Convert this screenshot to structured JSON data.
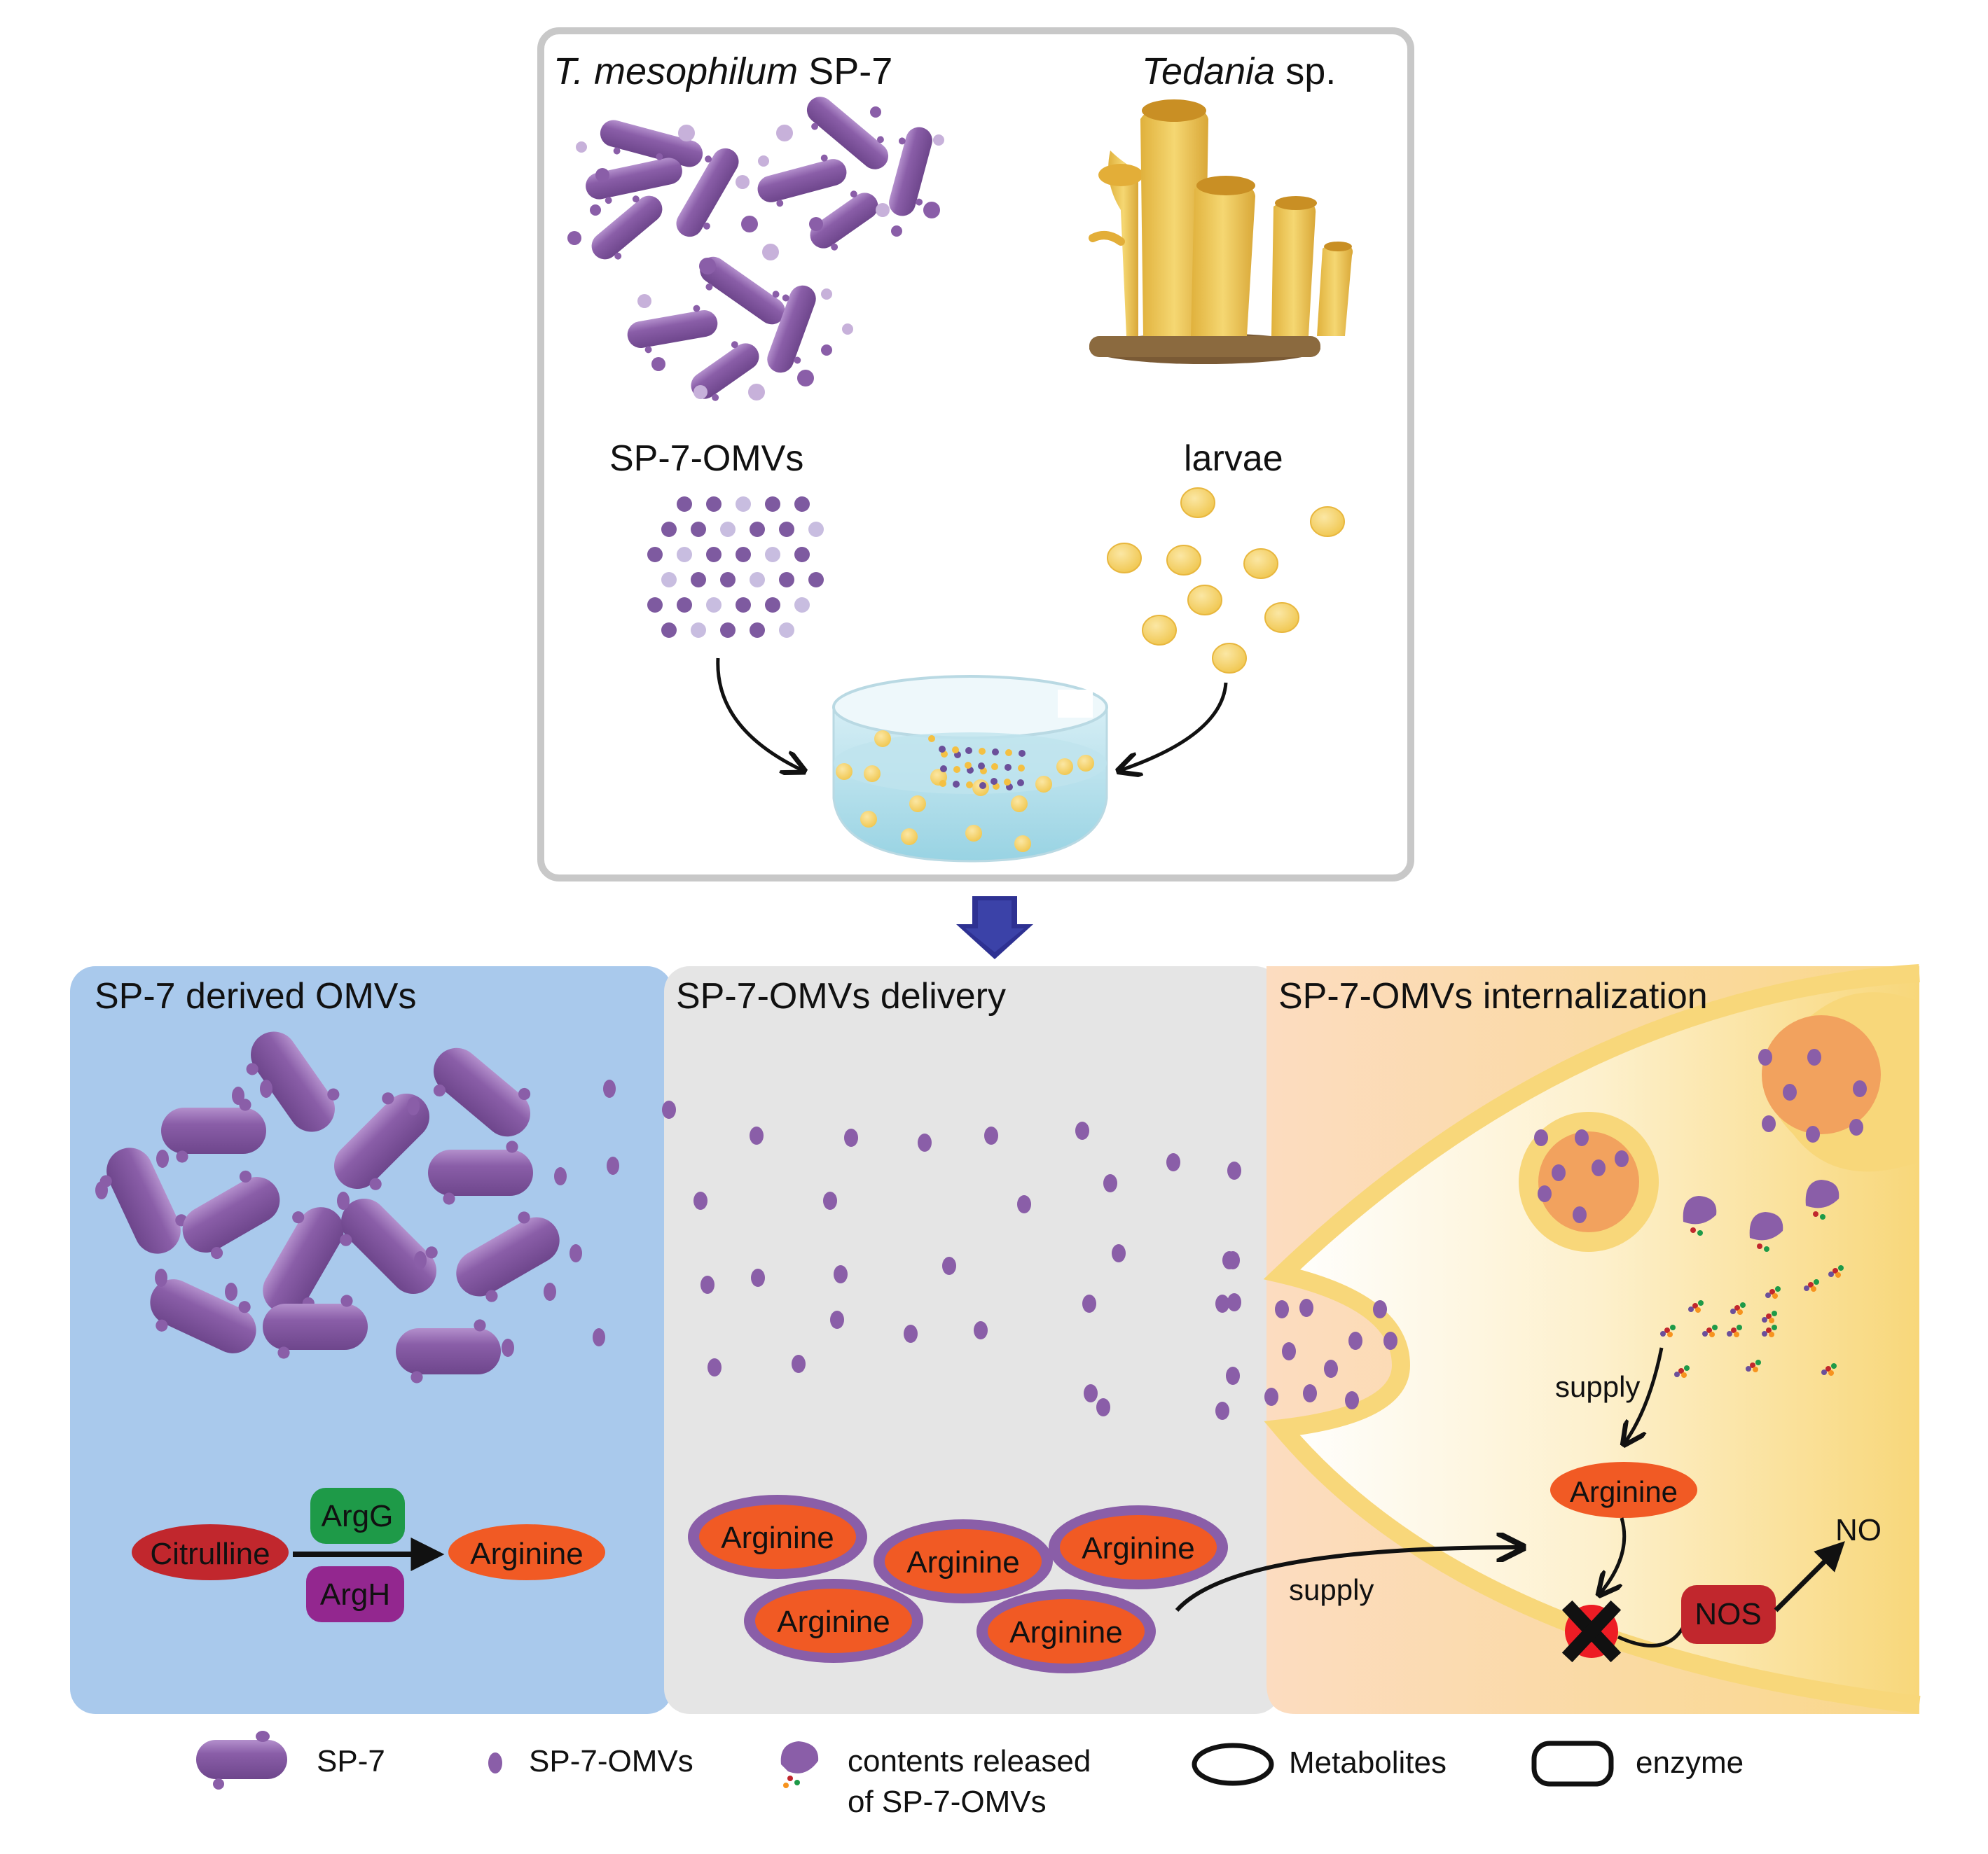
{
  "top_panel": {
    "bacterium_species": "T. mesophilum",
    "bacterium_strain": "SP-7",
    "sponge_genus": "Tedania",
    "sponge_suffix": "sp.",
    "omvs_label": "SP-7-OMVs",
    "larvae_label": "larvae"
  },
  "panels": {
    "derived": {
      "title": "SP-7 derived OMVs",
      "substrate": "Citrulline",
      "enzyme_top": "ArgG",
      "enzyme_bottom": "ArgH",
      "product": "Arginine"
    },
    "delivery": {
      "title": "SP-7-OMVs delivery",
      "cargo": [
        "Arginine",
        "Arginine",
        "Arginine",
        "Arginine",
        "Arginine"
      ],
      "supply_label": "supply"
    },
    "internalization": {
      "title": "SP-7-OMVs internalization",
      "supply_label": "supply",
      "metabolite": "Arginine",
      "enzyme": "NOS",
      "product": "NO"
    }
  },
  "legend": {
    "bacterium": "SP-7",
    "vesicle": "SP-7-OMVs",
    "contents_line1": "contents released",
    "contents_line2": "of SP-7-OMVs",
    "metabolites": "Metabolites",
    "enzyme": "enzyme"
  },
  "colors": {
    "bacterium": "#8a5ea8",
    "vesicle": "#8a5ea8",
    "panel_blue": "#a9c9ec",
    "panel_gray": "#e5e5e5",
    "cell_yellow": "#f8d77a",
    "arginine": "#f15a24",
    "citrulline": "#c1272d",
    "argG": "#1e9a48",
    "argH": "#93278f",
    "nos": "#c1272d",
    "block_arrow": "#2e3192",
    "larva": "#f7d56b",
    "sponge": "#eac049"
  }
}
